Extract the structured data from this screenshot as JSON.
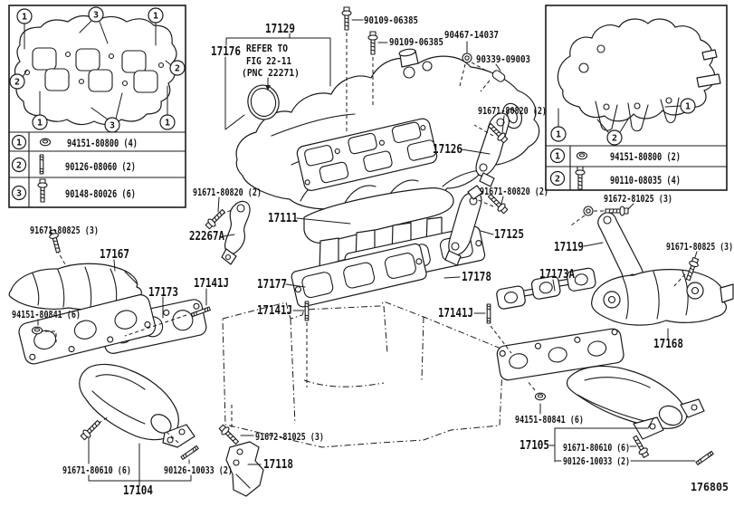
{
  "diagram": {
    "figure_code": "176805",
    "note": {
      "line1": "REFER TO",
      "line2": "FIG 22-11",
      "line3": "(PNC 22271)"
    },
    "line_color": "#1a1a1a",
    "background": "#ffffff",
    "icons": [
      "flange-bolt-icon",
      "stud-icon",
      "flange-nut-icon",
      "grommet-icon",
      "cap-icon"
    ]
  },
  "inset_left": {
    "callouts": [
      "1",
      "3",
      "1",
      "2",
      "2",
      "1",
      "3",
      "1"
    ],
    "legend": [
      {
        "num": "1",
        "part": "94151-80800 (4)"
      },
      {
        "num": "2",
        "part": "90126-08060 (2)"
      },
      {
        "num": "3",
        "part": "90148-80026 (6)"
      }
    ]
  },
  "inset_right": {
    "callouts": [
      "1",
      "2",
      "1"
    ],
    "legend": [
      {
        "num": "1",
        "part": "94151-80800 (2)"
      },
      {
        "num": "2",
        "part": "90110-08035 (4)"
      }
    ]
  },
  "parts": {
    "p17129": "17129",
    "p17176": "17176",
    "p17126": "17126",
    "p17125": "17125",
    "p17111": "17111",
    "p22267A": "22267A",
    "p17167": "17167",
    "p17173": "17173",
    "p17177": "17177",
    "p17178": "17178",
    "p17173A": "17173A",
    "p17119": "17119",
    "p17168": "17168",
    "p17104": "17104",
    "p17105": "17105",
    "p17118": "17118",
    "p17141J": "17141J",
    "b90109": "90109-06385",
    "b90467": "90467-14037",
    "b90339": "90339-09003",
    "b91671_80820": "91671-80820 (2)",
    "b91671_80825": "91671-80825 (3)",
    "b91671_80610": "91671-80610 (6)",
    "b91672_81025": "91672-81025 (3)",
    "b94151_80841": "94151-80841 (6)",
    "b90126_10033": "90126-10033 (2)"
  }
}
